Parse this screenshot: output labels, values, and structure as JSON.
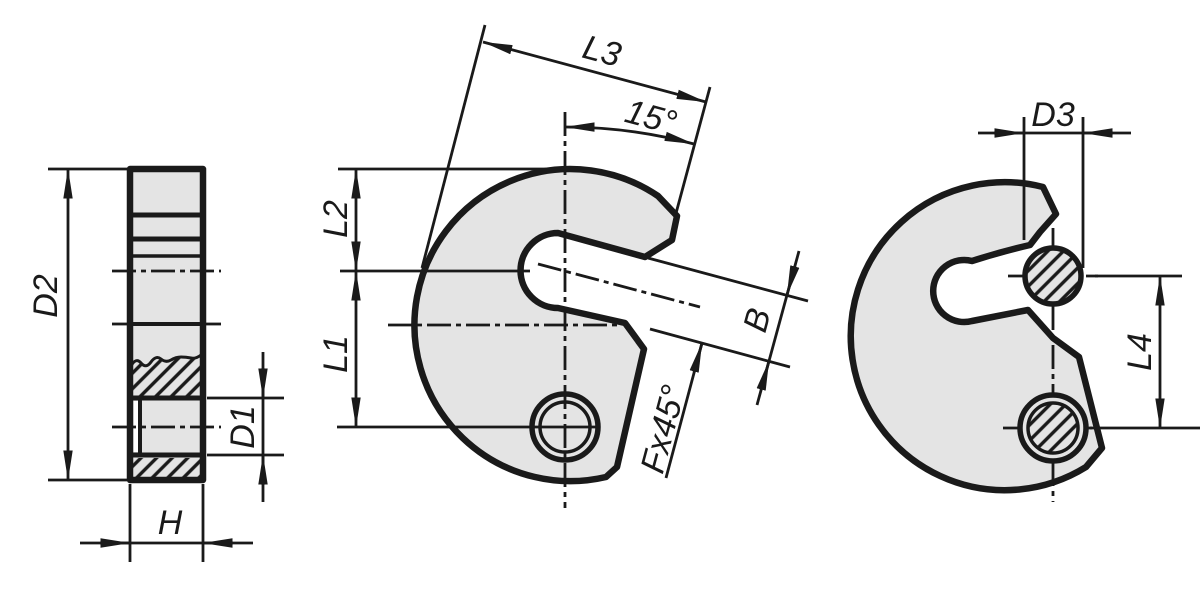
{
  "drawing": {
    "labels": {
      "side_view": {
        "d2": "D2",
        "h": "H",
        "d1": "D1"
      },
      "front_view": {
        "l3": "L3",
        "angle": "15°",
        "l2": "L2",
        "l1": "L1",
        "b": "B",
        "chamfer": "Fx45°"
      },
      "hanging_view": {
        "d3": "D3",
        "l4": "L4"
      }
    },
    "colors": {
      "line": "#1a1a1a",
      "part_fill": "#e4e4e4",
      "background": "#ffffff"
    }
  }
}
